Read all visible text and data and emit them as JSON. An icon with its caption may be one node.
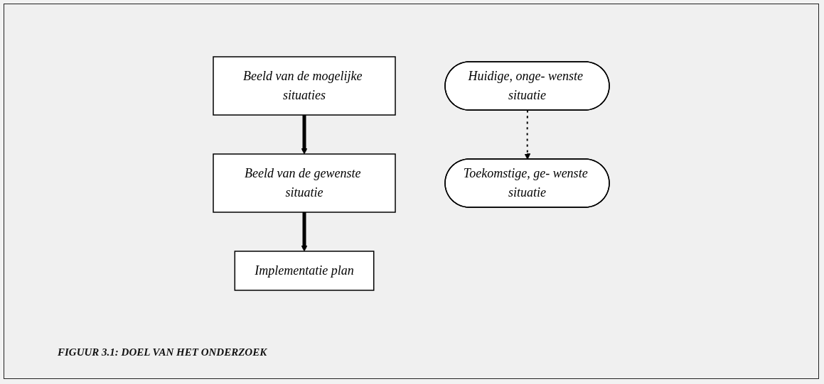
{
  "diagram": {
    "caption": "FIGUUR 3.1: DOEL VAN HET ONDERZOEK",
    "nodes": [
      {
        "text": [
          "Beeld van de mogelijke situaties"
        ]
      },
      {
        "text": [
          "Beeld van de gewenste situatie"
        ]
      },
      {
        "text": [
          "Huidige, onge- wenste situatie"
        ]
      },
      {
        "text": [
          "Toekomstige, ge- wenste situatie"
        ]
      },
      {
        "text": [
          "Implementatie plan"
        ]
      }
    ],
    "edges": [
      {
        "from": 0,
        "to": 1,
        "arrow": "to"
      },
      {
        "from": 1,
        "to": 4,
        "arrow": "to"
      },
      {
        "from": 2,
        "to": 3,
        "arrow": "to",
        "style": "dashed"
      }
    ]
  }
}
